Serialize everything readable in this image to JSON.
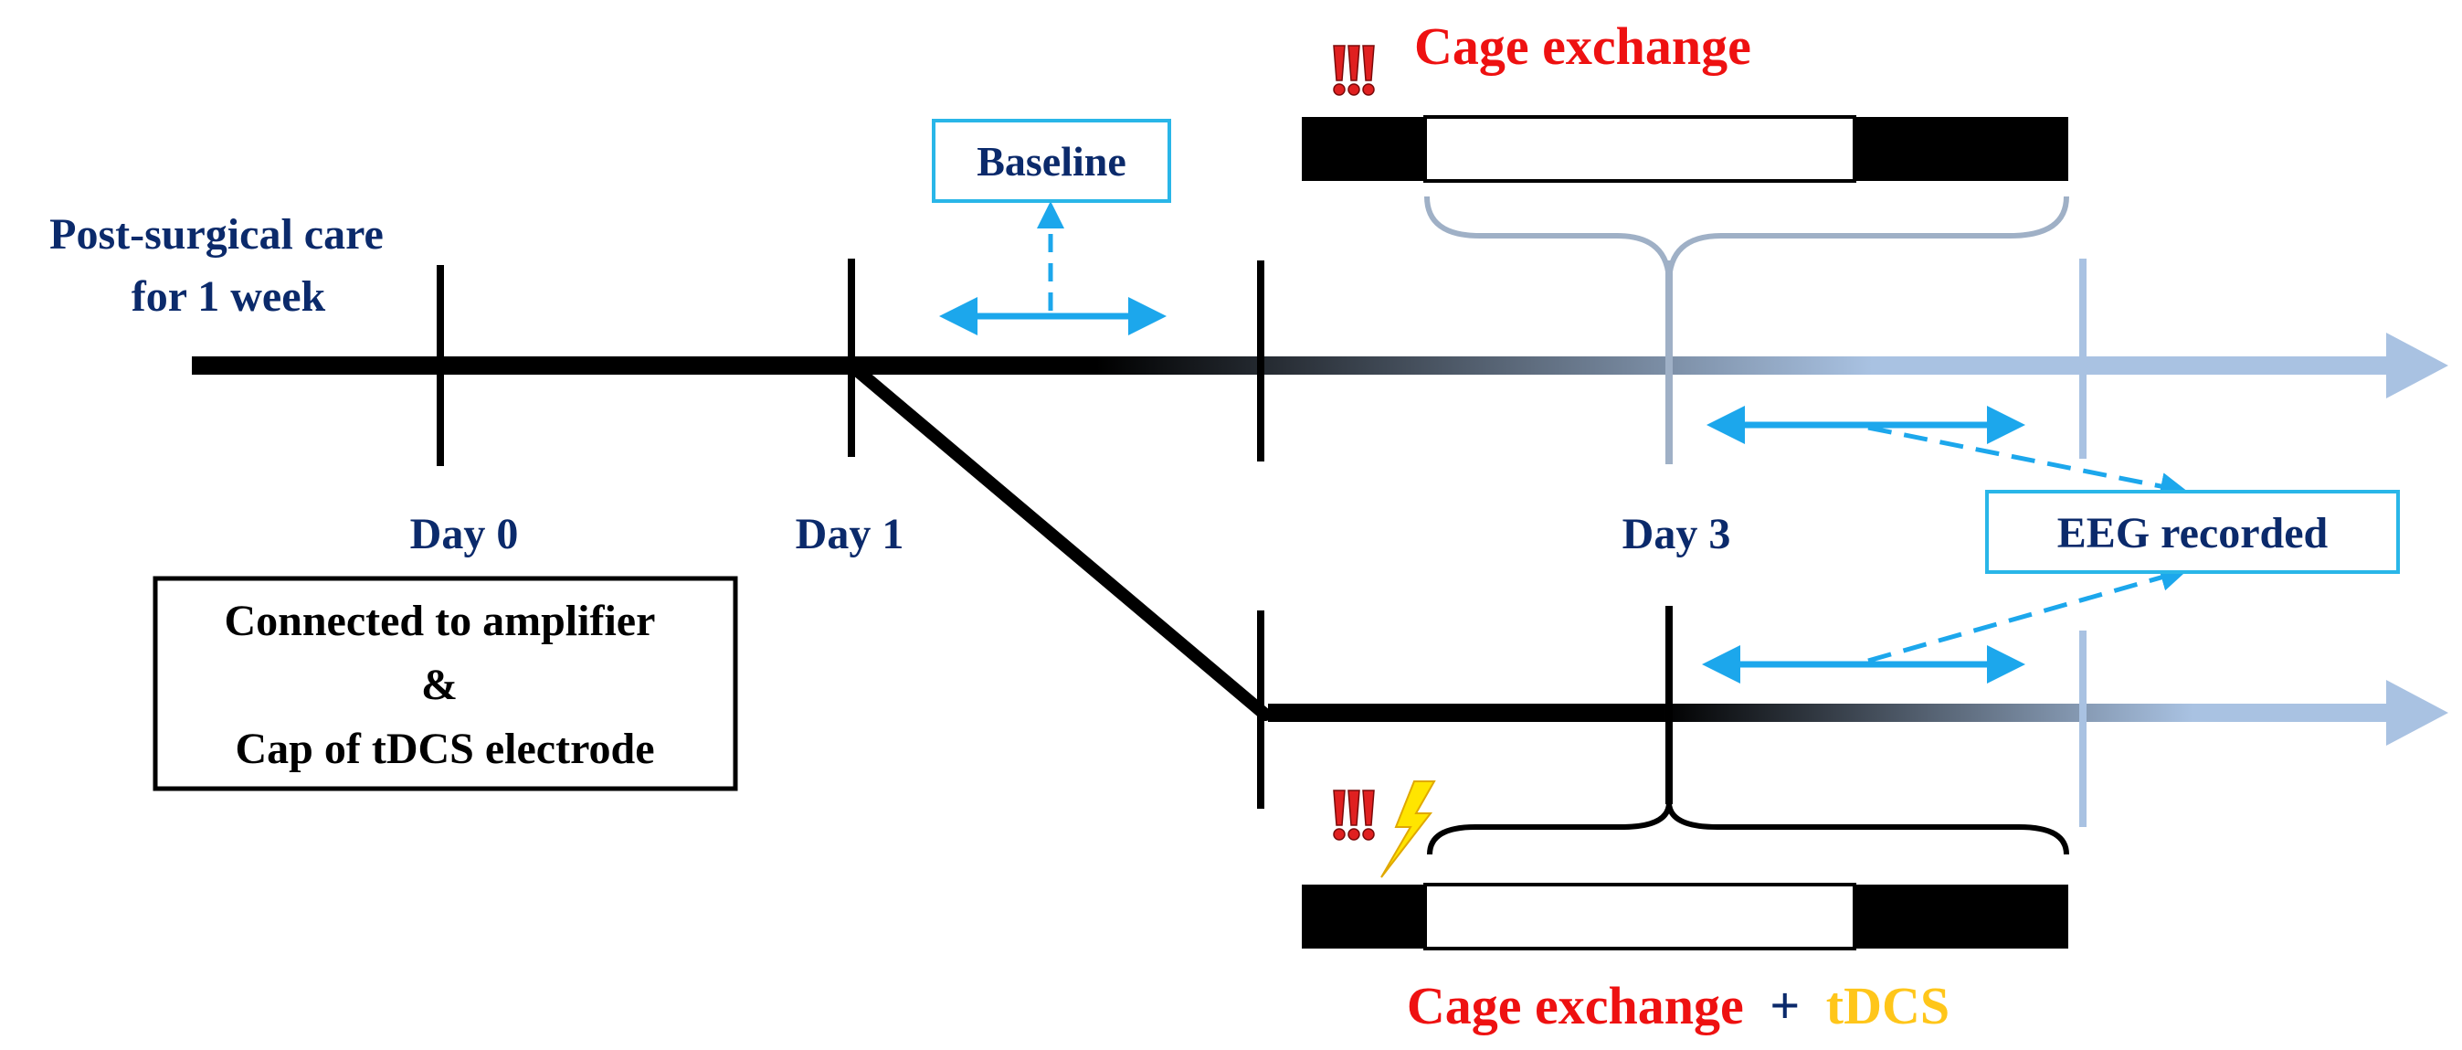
{
  "labels": {
    "care_line1": "Post-surgical care",
    "care_line2": "for 1 week",
    "day0": "Day 0",
    "day1": "Day 1",
    "day3": "Day 3",
    "baseline": "Baseline",
    "eeg": "EEG recorded",
    "connected_line1": "Connected to amplifier",
    "connected_line2": "&",
    "connected_line3": "Cap of tDCS electrode",
    "cage_exchange_top": "Cage exchange",
    "cage_exchange_bottom": "Cage exchange",
    "plus": "+",
    "tdcs": "tDCS",
    "alert_marks": "!!!"
  },
  "colors": {
    "navy": "#0b2a6b",
    "red": "#ee1111",
    "gold": "#ffc61a",
    "cyan": "#1ca7ec",
    "box_cyan": "#29b6e8",
    "faded": "#a9c2e2",
    "gray_brace": "#9fb0c6",
    "black": "#000000"
  },
  "icons": {
    "alert": "triple-exclamation-icon",
    "lightning": "lightning-bolt-icon",
    "arrow": "double-headed-arrow-icon"
  }
}
